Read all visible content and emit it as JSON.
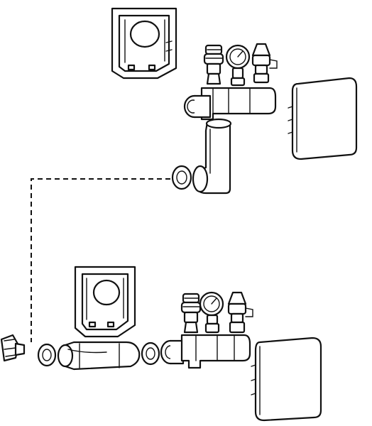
{
  "diagram": {
    "kind": "exploded-assembly-line-drawing",
    "stroke_color": "#111111",
    "background_color": "#ffffff",
    "components": [
      "upper-mounting-box",
      "upper-manifold-valve-assembly",
      "upper-cover-plate",
      "vertical-pipe-elbow",
      "upper-seal-ring",
      "dashed-connection-line",
      "lower-mounting-box",
      "threaded-fitting",
      "lower-seal-ring-left",
      "inline-filter",
      "lower-seal-ring-right",
      "coupling-nut",
      "lower-manifold-valve-assembly",
      "lower-cover-plate"
    ]
  }
}
